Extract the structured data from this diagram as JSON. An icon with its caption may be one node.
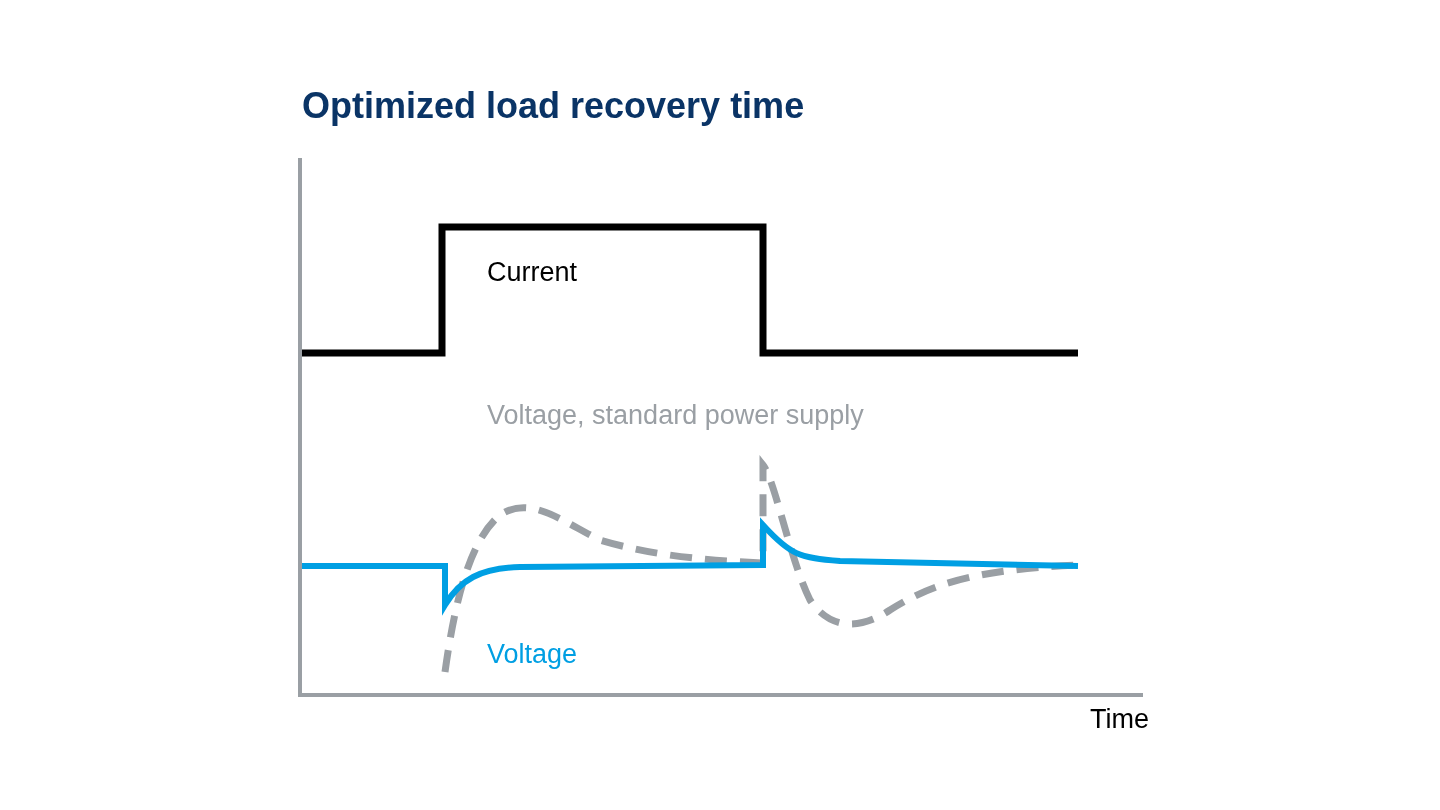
{
  "diagram": {
    "title": "Optimized load recovery time",
    "labels": [
      "Current",
      "Voltage, standard power supply",
      "Voltage",
      "Time"
    ]
  }
}
